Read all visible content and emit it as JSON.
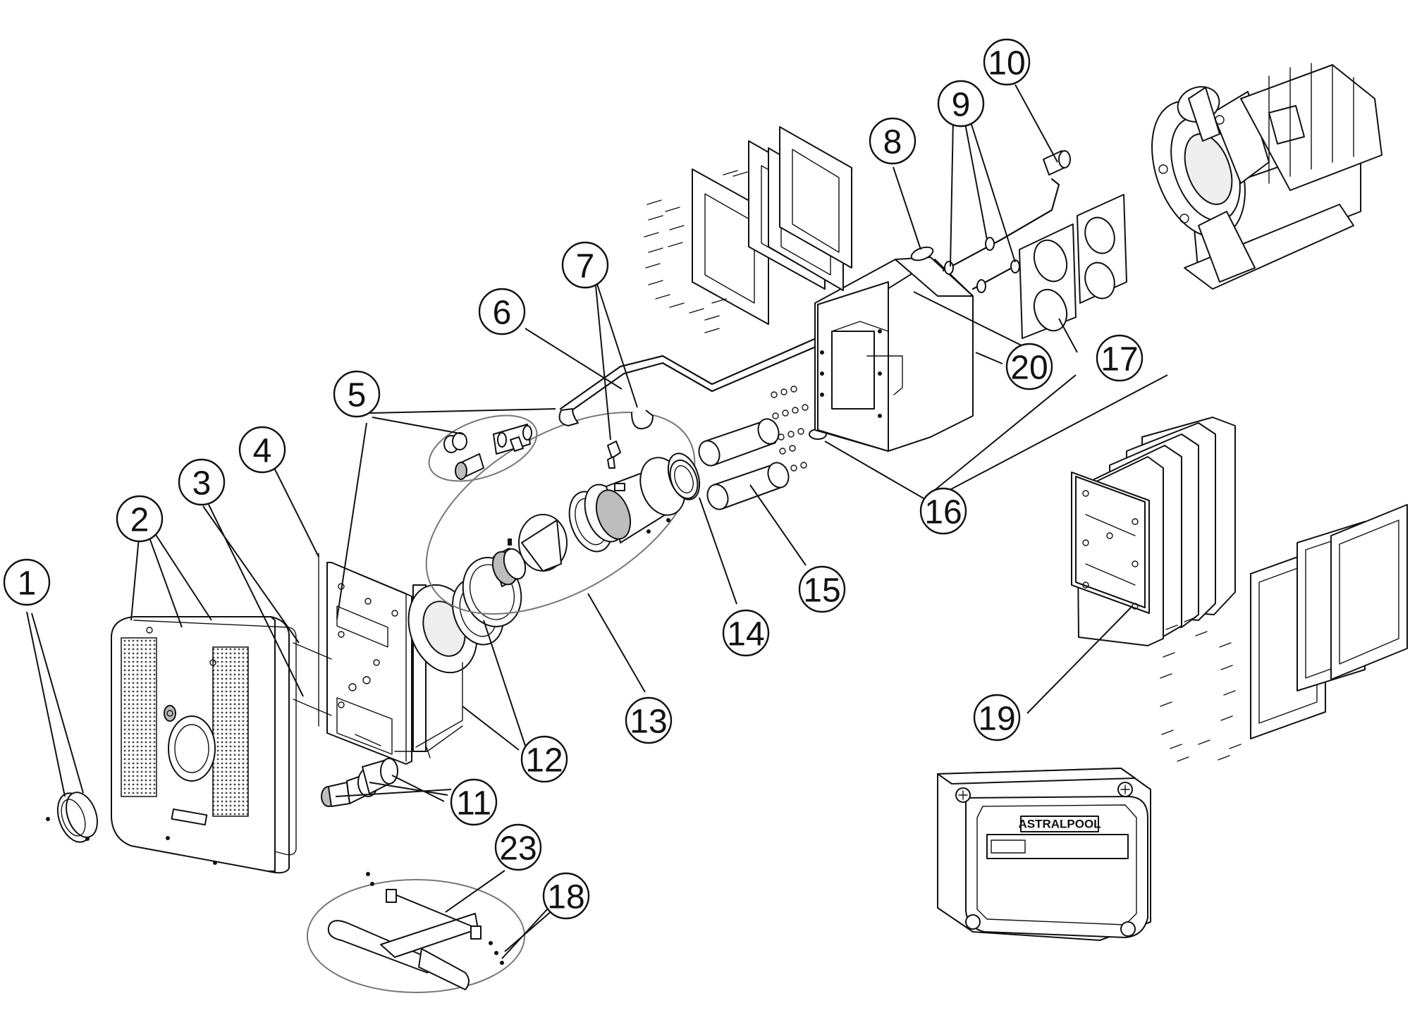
{
  "diagram": {
    "callouts": [
      {
        "id": "1",
        "label": "1"
      },
      {
        "id": "2",
        "label": "2"
      },
      {
        "id": "3",
        "label": "3"
      },
      {
        "id": "4",
        "label": "4"
      },
      {
        "id": "5",
        "label": "5"
      },
      {
        "id": "6",
        "label": "6"
      },
      {
        "id": "7",
        "label": "7"
      },
      {
        "id": "8",
        "label": "8"
      },
      {
        "id": "9",
        "label": "9"
      },
      {
        "id": "10",
        "label": "10"
      },
      {
        "id": "11",
        "label": "11"
      },
      {
        "id": "12",
        "label": "12"
      },
      {
        "id": "13",
        "label": "13"
      },
      {
        "id": "14",
        "label": "14"
      },
      {
        "id": "15",
        "label": "15"
      },
      {
        "id": "16",
        "label": "16"
      },
      {
        "id": "17",
        "label": "17"
      },
      {
        "id": "18",
        "label": "18"
      },
      {
        "id": "19",
        "label": "19"
      },
      {
        "id": "20",
        "label": "20"
      },
      {
        "id": "23",
        "label": "23"
      }
    ],
    "brand_label": "ASTRALPOOL",
    "colors": {
      "ink": "#111111",
      "paper": "#ffffff",
      "group_outline": "#777777"
    }
  }
}
